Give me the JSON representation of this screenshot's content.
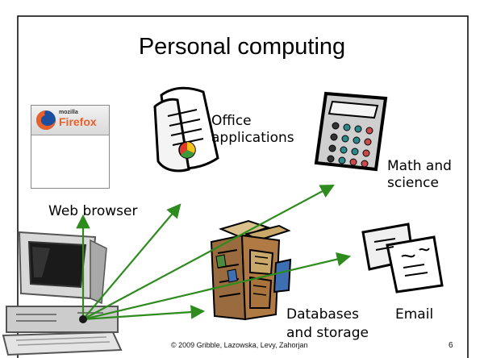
{
  "slide": {
    "title": "Personal computing",
    "browser_logo_small": "mozilla",
    "browser_logo_name": "Firefox",
    "labels": {
      "office_line1": "Office",
      "office_line2": "applications",
      "math_line1": "Math and",
      "math_line2": "science",
      "web": "Web browser",
      "db_line1": "Databases",
      "db_line2": "and storage",
      "email": "Email"
    },
    "footer_credit": "© 2009 Gribble, Lazowska, Levy, Zahorjan",
    "page_number": "6",
    "colors": {
      "arrow": "#2e8b1e",
      "frame": "#000000",
      "firefox_orange": "#e8602a"
    },
    "icons": [
      "firefox-logo-icon",
      "office-document-icon",
      "calculator-icon",
      "file-cabinet-icon",
      "email-letters-icon",
      "desktop-computer-icon"
    ]
  }
}
